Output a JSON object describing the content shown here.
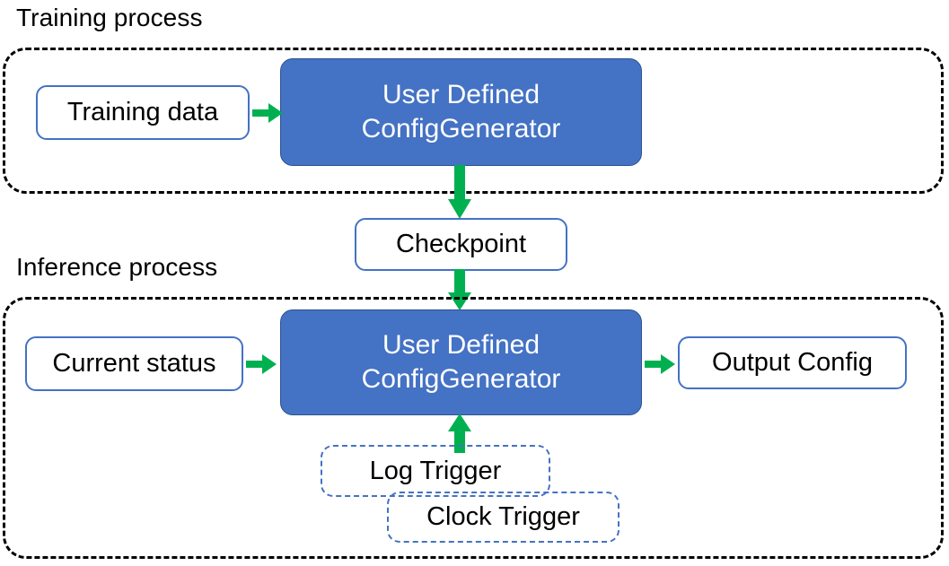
{
  "diagram": {
    "title_training": "Training process",
    "title_inference": "Inference process",
    "accent_blue": "#4472C4",
    "accent_green": "#00B050",
    "container_stroke": "#000000",
    "node_stroke": "#4472C4"
  },
  "training": {
    "caption": "Training process",
    "nodes": {
      "training_data": "Training data",
      "config_generator": "User Defined\nConfigGenerator"
    }
  },
  "bridge": {
    "checkpoint": "Checkpoint"
  },
  "inference": {
    "caption": "Inference process",
    "nodes": {
      "current_status": "Current status",
      "config_generator": "User Defined\nConfigGenerator",
      "output_config": "Output Config",
      "log_trigger": "Log Trigger",
      "clock_trigger": "Clock Trigger"
    }
  },
  "edges": [
    {
      "name": "training-data-to-generator",
      "from": "Training data",
      "to": "User Defined ConfigGenerator",
      "direction": "right"
    },
    {
      "name": "generator-to-checkpoint",
      "from": "User Defined ConfigGenerator",
      "to": "Checkpoint",
      "direction": "down"
    },
    {
      "name": "checkpoint-to-inference-generator",
      "from": "Checkpoint",
      "to": "User Defined ConfigGenerator",
      "direction": "down"
    },
    {
      "name": "current-status-to-generator",
      "from": "Current status",
      "to": "User Defined ConfigGenerator",
      "direction": "right"
    },
    {
      "name": "generator-to-output-config",
      "from": "User Defined ConfigGenerator",
      "to": "Output Config",
      "direction": "right"
    },
    {
      "name": "triggers-to-generator",
      "from": "Log Trigger / Clock Trigger",
      "to": "User Defined ConfigGenerator",
      "direction": "up"
    }
  ]
}
